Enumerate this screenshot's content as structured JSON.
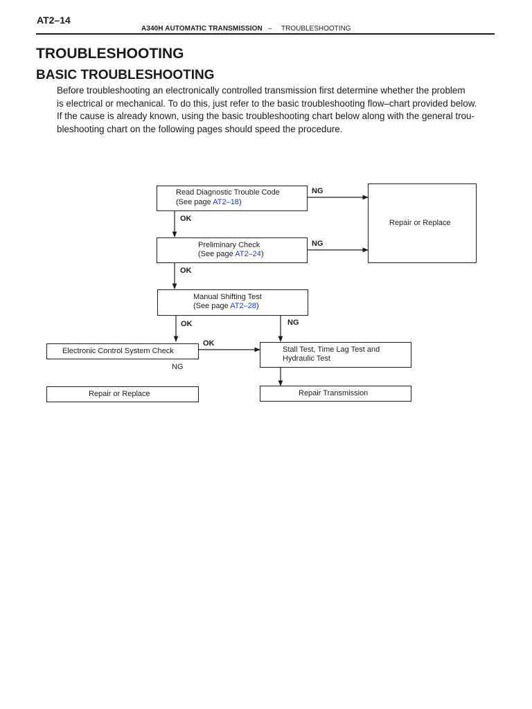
{
  "header": {
    "page_number": "AT2–14",
    "title": "A340H AUTOMATIC TRANSMISSION",
    "dash": "–",
    "section": "TROUBLESHOOTING"
  },
  "headings": {
    "h1": "TROUBLESHOOTING",
    "h2": "BASIC TROUBLESHOOTING"
  },
  "intro_lines": [
    "Before troubleshooting an electronically controlled transmission first determine whether the problem",
    "is electrical or mechanical. To do this, just refer to the basic troubleshooting flow–chart provided below.",
    "If the cause is already known, using the basic troubleshooting chart below along with the general trou-",
    "bleshooting chart on the following pages should speed the procedure."
  ],
  "flowchart": {
    "read_dtc": {
      "line1": "Read Diagnostic Trouble Code",
      "prefix": "(See page ",
      "link": "AT2–18",
      "suffix": ")"
    },
    "preliminary": {
      "line1": "Preliminary Check",
      "prefix": "(See page ",
      "link": "AT2–24",
      "suffix": ")"
    },
    "manual_shift": {
      "line1": "Manual Shifting Test",
      "prefix": "(See page ",
      "link": "AT2–28",
      "suffix": ")"
    },
    "repair_replace_right": "Repair or Replace",
    "ecs_check": "Electronic Control System Check",
    "stall_test": {
      "line1": "Stall Test, Time Lag Test and",
      "line2": "Hydraulic Test"
    },
    "repair_replace_left": "Repair or Replace",
    "repair_transmission": "Repair Transmission",
    "labels": {
      "ng1": "NG",
      "ok1": "OK",
      "ng2": "NG",
      "ok2": "OK",
      "ok3": "OK",
      "ng3": "NG",
      "ok4": "OK",
      "ng4": "NG"
    }
  }
}
